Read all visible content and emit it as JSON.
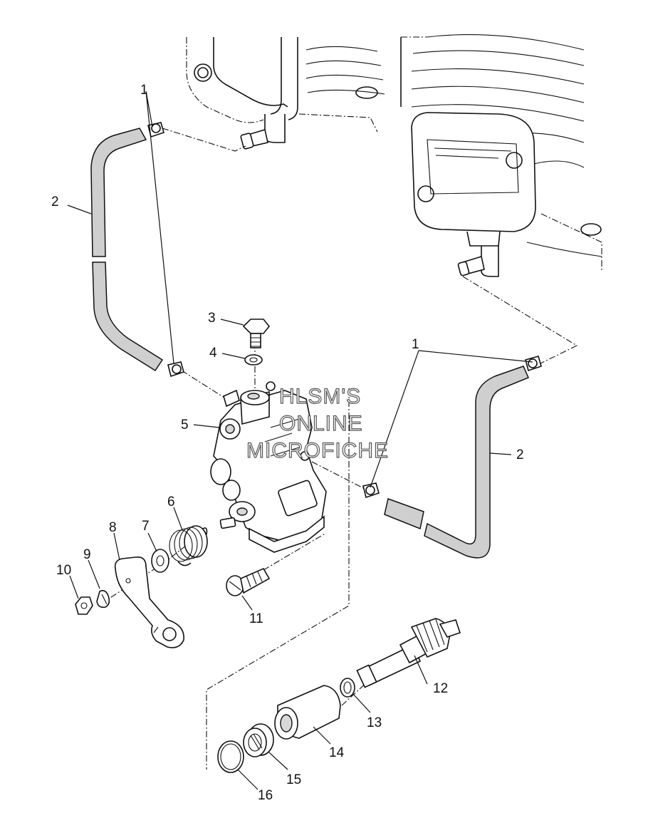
{
  "watermark": [
    "HLSM'S",
    "ONLINE",
    "MICROFICHE"
  ],
  "callouts": {
    "c1_left": "1",
    "c2_left": "2",
    "c3": "3",
    "c4": "4",
    "c5": "5",
    "c6": "6",
    "c7": "7",
    "c8": "8",
    "c9": "9",
    "c10": "10",
    "c11": "11",
    "c1_right": "1",
    "c2_right": "2",
    "c12": "12",
    "c13": "13",
    "c14": "14",
    "c15": "15",
    "c16": "16"
  }
}
